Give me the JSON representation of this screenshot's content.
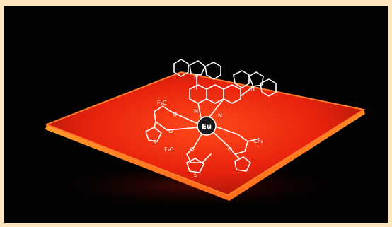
{
  "photo": {
    "subject": "luminescent-film-with-europium-complex",
    "colors": {
      "frame": "#fbe6bf",
      "background": "#020202",
      "glass_glow": "#ff3a12",
      "glass_edge": "#ff7a1e",
      "structure": "#ffffff"
    }
  },
  "molecule": {
    "center_label": "Eu",
    "labels": [
      "F₃C",
      "F₃C",
      "CF₃",
      "N",
      "N",
      "N",
      "N",
      "O",
      "O",
      "O",
      "O",
      "S",
      "S"
    ]
  }
}
